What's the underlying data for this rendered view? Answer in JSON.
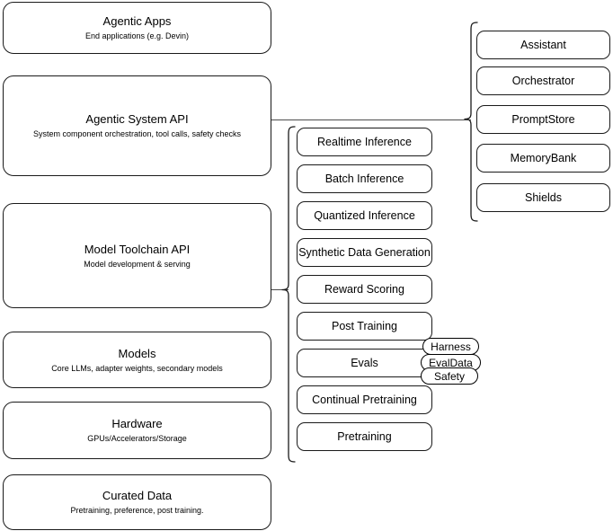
{
  "diagram": {
    "title": "Agentic stack layers and capabilities",
    "colors": {
      "background": "#ffffff",
      "stroke": "#1a1a1a",
      "connector": "#4d4d4d",
      "text": "#000000"
    }
  },
  "layers": [
    {
      "id": "agentic-apps",
      "title": "Agentic Apps",
      "subtitle": "End applications (e.g. Devin)"
    },
    {
      "id": "agentic-system-api",
      "title": "Agentic System API",
      "subtitle": "System component orchestration, tool calls, safety checks"
    },
    {
      "id": "model-toolchain-api",
      "title": "Model Toolchain API",
      "subtitle": "Model development & serving"
    },
    {
      "id": "models",
      "title": "Models",
      "subtitle": "Core LLMs, adapter weights, secondary models"
    },
    {
      "id": "hardware",
      "title": "Hardware",
      "subtitle": "GPUs/Accelerators/Storage"
    },
    {
      "id": "curated-data",
      "title": "Curated Data",
      "subtitle": "Pretraining, preference, post training."
    }
  ],
  "toolchain_capabilities": [
    {
      "id": "realtime-inference",
      "label": "Realtime Inference"
    },
    {
      "id": "batch-inference",
      "label": "Batch Inference"
    },
    {
      "id": "quantized-inference",
      "label": "Quantized Inference"
    },
    {
      "id": "synthetic-data-generation",
      "label": "Synthetic Data Generation"
    },
    {
      "id": "reward-scoring",
      "label": "Reward Scoring"
    },
    {
      "id": "post-training",
      "label": "Post Training"
    },
    {
      "id": "evals",
      "label": "Evals"
    },
    {
      "id": "continual-pretraining",
      "label": "Continual Pretraining"
    },
    {
      "id": "pretraining",
      "label": "Pretraining"
    }
  ],
  "evals_subcomponents": [
    {
      "id": "harness",
      "label": "Harness"
    },
    {
      "id": "evaldata",
      "label": "EvalData"
    },
    {
      "id": "safety",
      "label": "Safety"
    }
  ],
  "system_components": [
    {
      "id": "assistant",
      "label": "Assistant"
    },
    {
      "id": "orchestrator",
      "label": "Orchestrator"
    },
    {
      "id": "promptstore",
      "label": "PromptStore"
    },
    {
      "id": "memorybank",
      "label": "MemoryBank"
    },
    {
      "id": "shields",
      "label": "Shields"
    }
  ]
}
